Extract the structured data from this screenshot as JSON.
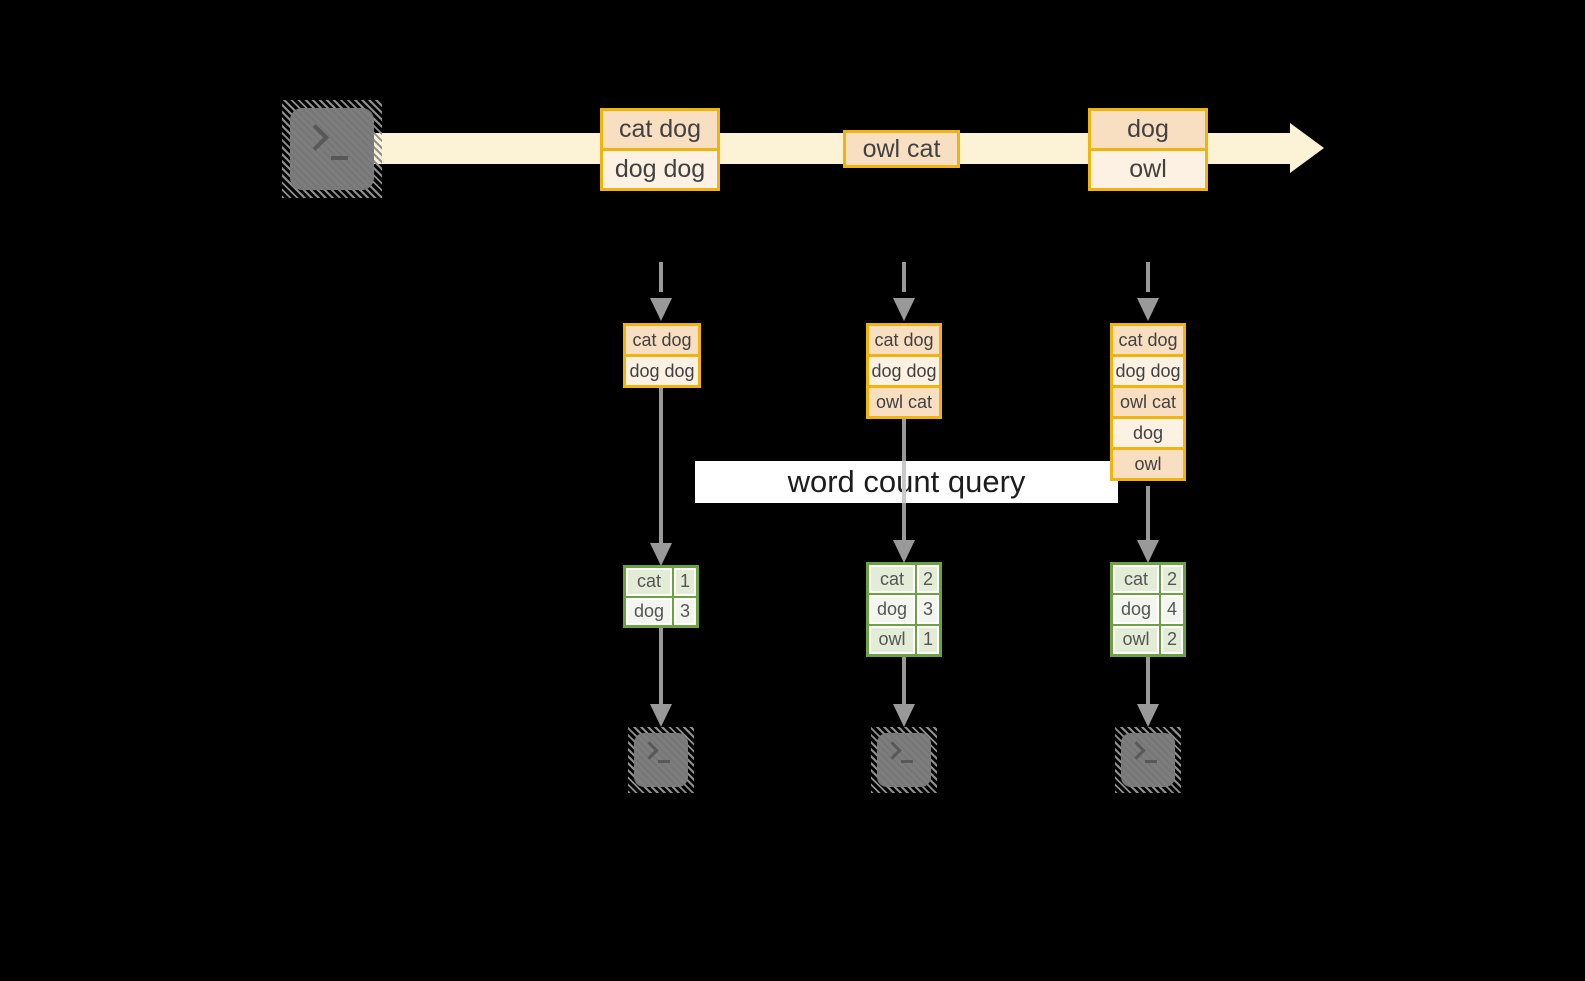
{
  "query_label": "word count query",
  "stream_events": [
    {
      "rows": [
        "cat dog",
        "dog dog"
      ]
    },
    {
      "rows": [
        "owl cat"
      ]
    },
    {
      "rows": [
        "dog",
        "owl"
      ]
    }
  ],
  "columns": [
    {
      "records": [
        "cat dog",
        "dog dog"
      ],
      "counts": [
        {
          "word": "cat",
          "count": "1"
        },
        {
          "word": "dog",
          "count": "3"
        }
      ]
    },
    {
      "records": [
        "cat dog",
        "dog dog",
        "owl cat"
      ],
      "counts": [
        {
          "word": "cat",
          "count": "2"
        },
        {
          "word": "dog",
          "count": "3"
        },
        {
          "word": "owl",
          "count": "1"
        }
      ]
    },
    {
      "records": [
        "cat dog",
        "dog dog",
        "owl cat",
        "dog",
        "owl"
      ],
      "counts": [
        {
          "word": "cat",
          "count": "2"
        },
        {
          "word": "dog",
          "count": "4"
        },
        {
          "word": "owl",
          "count": "2"
        }
      ]
    }
  ],
  "icons": {
    "source": "terminal-icon",
    "outputs": "terminal-icon"
  },
  "colors": {
    "stream_band": "#fcf3d7",
    "box_border": "#f1b40f",
    "cell_peach": "#f9dfc2",
    "cell_cream": "#fcf1e2",
    "table_border": "#6ca340",
    "table_fill_a": "#e2ecd6",
    "table_fill_b": "#f2f6ee",
    "arrow_gray": "#999999",
    "query_band_bg": "#ffffff",
    "diagram_bg": "#000000"
  }
}
